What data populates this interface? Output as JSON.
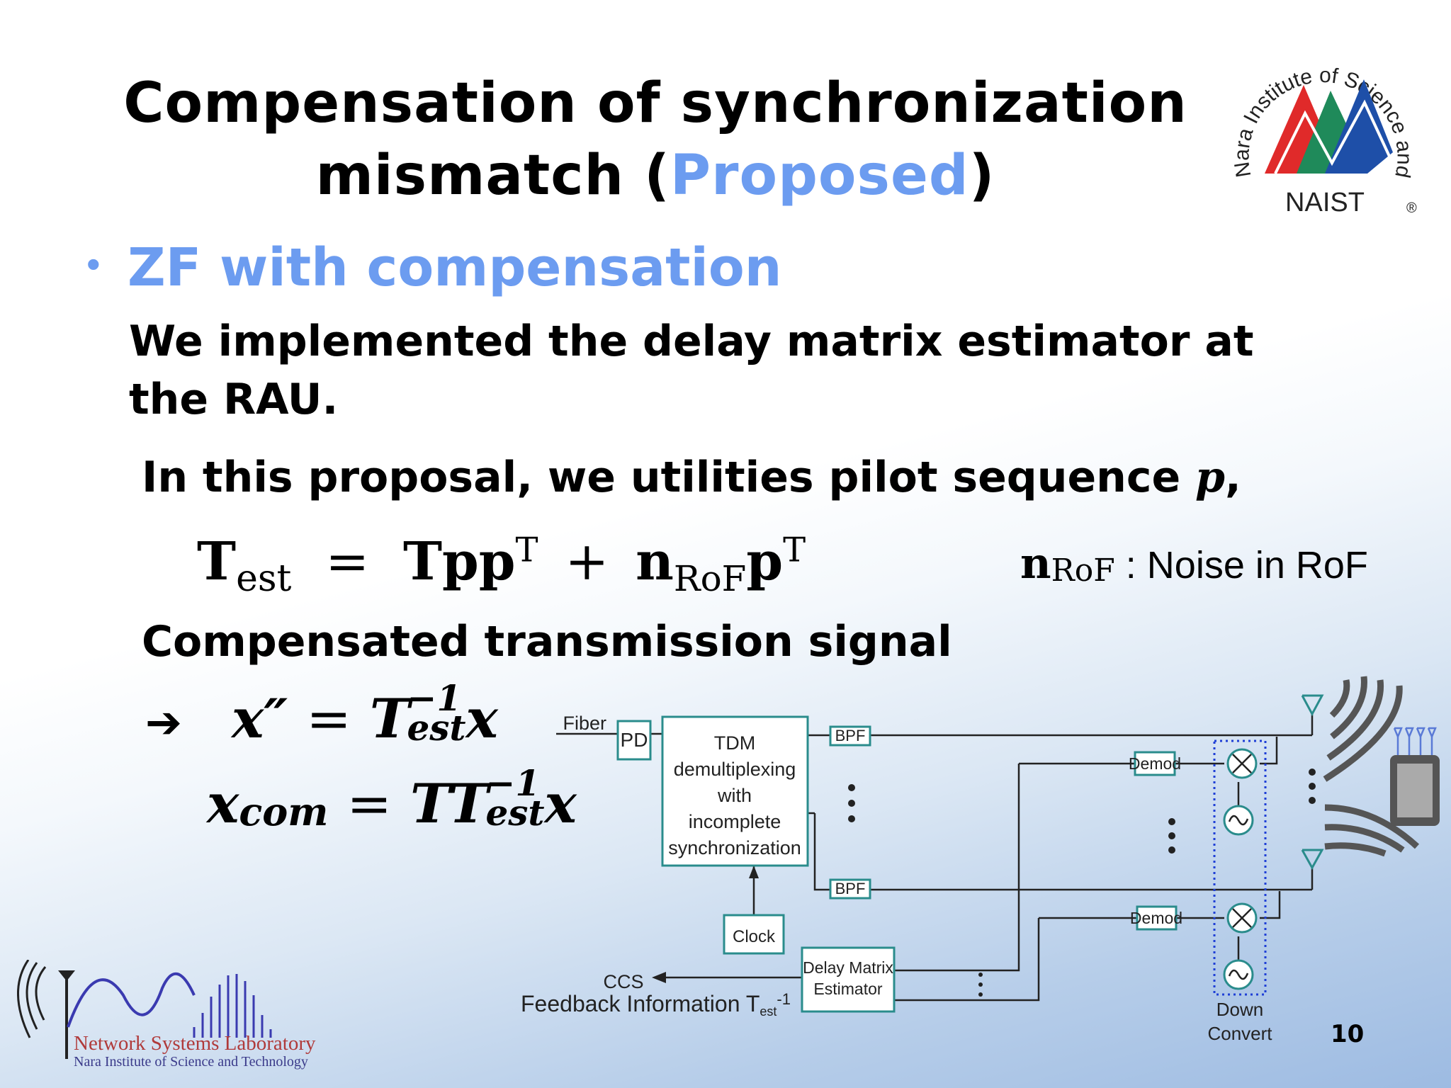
{
  "title": {
    "line1": "Compensation of synchronization",
    "line2_pre": "mismatch (",
    "line2_accent": "Proposed",
    "line2_post": ")"
  },
  "logo": {
    "name": "NAIST",
    "arc_text": "Nara Institute of Science and Technology",
    "registered": "®"
  },
  "bullet": {
    "symbol": "•",
    "heading": "ZF with compensation"
  },
  "body": {
    "line1": "We implemented the delay matrix estimator at",
    "line2": "the RAU.",
    "line3_text": "In this proposal, we utilities pilot sequence ",
    "line3_var": "p",
    "line3_end": ",",
    "line4": "Compensated transmission signal"
  },
  "equation1": {
    "lhs": "T",
    "lhs_sub": "est",
    "eq": "=",
    "t1": "Tpp",
    "t1_sup": "T",
    "plus": "+",
    "t2": "n",
    "t2_sub": "RoF",
    "t3": "p",
    "t3_sup": "T"
  },
  "noise_note": {
    "sym": "n",
    "sym_sub": "RoF",
    "text": " : Noise in RoF"
  },
  "equation2": {
    "arrow": "➔",
    "lhs": "x″",
    "eq": "=",
    "rhs": "T",
    "rhs_sup": "−1",
    "rhs_sub": "est",
    "rhs_tail": "x"
  },
  "equation3": {
    "lhs": "x",
    "lhs_sub": "com",
    "eq": "=",
    "rhs": "TT",
    "rhs_sup": "−1",
    "rhs_sub": "est",
    "rhs_tail": "x"
  },
  "diagram": {
    "fiber": "Fiber",
    "pd": "PD",
    "tdm": [
      "TDM",
      "demultiplexing",
      "with",
      "incomplete",
      "synchronization"
    ],
    "bpf": "BPF",
    "clock": "Clock",
    "demod": "Demod",
    "delay_matrix": [
      "Delay Matrix",
      "Estimator"
    ],
    "ccs": "CCS",
    "feedback": "Feedback Information T",
    "feedback_sub": "est",
    "feedback_sup": "-1",
    "down_convert": [
      "Down",
      "Convert"
    ],
    "colors": {
      "box": "#2a8c8c",
      "line": "#222222",
      "dotted": "#1f3fd6"
    }
  },
  "lab_logo": {
    "name": "Network Systems Laboratory",
    "sub": "Nara Institute of Science and Technology",
    "color": "#b03a3a"
  },
  "page_number": "10"
}
